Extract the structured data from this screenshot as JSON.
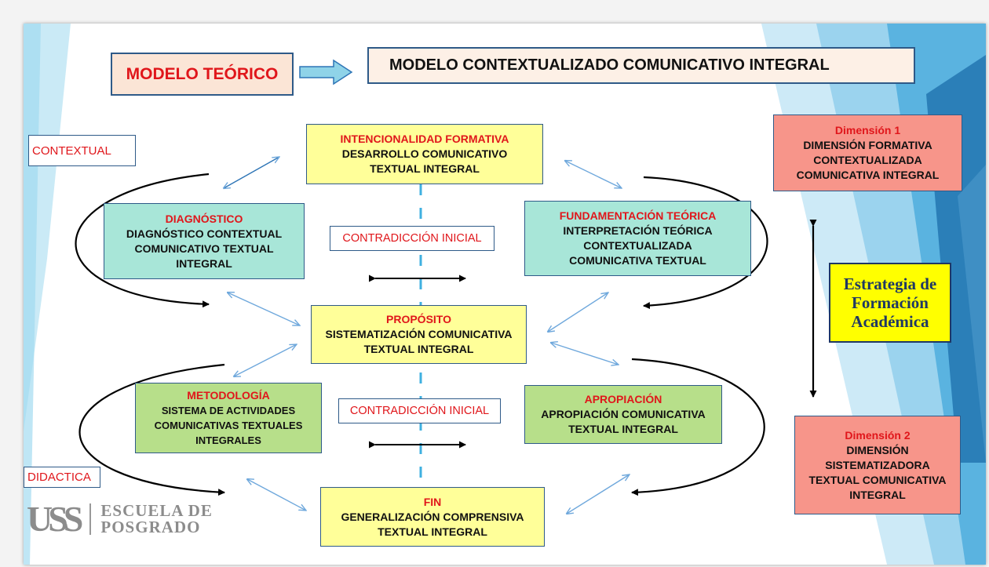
{
  "header": {
    "modelo_teorico": "MODELO TEÓRICO",
    "titulo": "MODELO CONTEXTUALIZADO COMUNICATIVO INTEGRAL"
  },
  "labels": {
    "contextual": "CONTEXTUAL",
    "didactica": "DIDACTICA",
    "contradiccion_1": "CONTRADICCIÓN INICIAL",
    "contradiccion_2": "CONTRADICCIÓN INICIAL"
  },
  "nodes": {
    "intencionalidad": {
      "title": "INTENCIONALIDAD FORMATIVA",
      "text": [
        "DESARROLLO COMUNICATIVO",
        "TEXTUAL INTEGRAL"
      ]
    },
    "diagnostico": {
      "title": "DIAGNÓSTICO",
      "text": [
        "DIAGNÓSTICO CONTEXTUAL",
        "COMUNICATIVO TEXTUAL",
        "INTEGRAL"
      ]
    },
    "fundamentacion": {
      "title": "FUNDAMENTACIÓN TEÓRICA",
      "text": [
        "INTERPRETACIÓN TEÓRICA",
        "CONTEXTUALIZADA",
        "COMUNICATIVA TEXTUAL"
      ]
    },
    "proposito": {
      "title": "PROPÓSITO",
      "text": [
        "SISTEMATIZACIÓN COMUNICATIVA",
        "TEXTUAL INTEGRAL"
      ]
    },
    "metodologia": {
      "title": "METODOLOGÍA",
      "text": [
        "SISTEMA DE ACTIVIDADES",
        "COMUNICATIVAS TEXTUALES",
        "INTEGRALES"
      ]
    },
    "apropiacion": {
      "title": "APROPIACIÓN",
      "text": [
        "APROPIACIÓN COMUNICATIVA",
        "TEXTUAL INTEGRAL"
      ]
    },
    "fin": {
      "title": "FIN",
      "text": [
        "GENERALIZACIÓN COMPRENSIVA",
        "TEXTUAL INTEGRAL"
      ]
    },
    "dimension1": {
      "title": "Dimensión 1",
      "text": [
        "DIMENSIÓN FORMATIVA",
        "CONTEXTUALIZADA",
        "COMUNICATIVA INTEGRAL"
      ]
    },
    "dimension2": {
      "title": "Dimensión 2",
      "text": [
        "DIMENSIÓN",
        "SISTEMATIZADORA",
        "TEXTUAL COMUNICATIVA",
        "INTEGRAL"
      ]
    }
  },
  "estrategia": [
    "Estrategia de",
    "Formación",
    "Académica"
  ],
  "logo": {
    "mark": "USS",
    "line1": "ESCUELA DE",
    "line2": "POSGRADO"
  },
  "colors": {
    "yellow": "#ffff99",
    "teal": "#a8e6d8",
    "green": "#b7df8a",
    "salmon": "#f7958a",
    "title_red": "#e0161b",
    "arrow_blue": "#6fa8dc"
  }
}
